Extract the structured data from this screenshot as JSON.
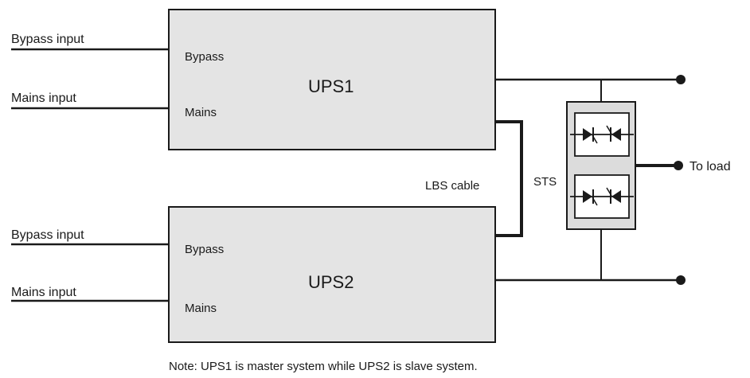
{
  "ups1": {
    "title": "UPS1",
    "bypass_port": "Bypass",
    "mains_port": "Mains",
    "bypass_input": "Bypass input",
    "mains_input": "Mains input"
  },
  "ups2": {
    "title": "UPS2",
    "bypass_port": "Bypass",
    "mains_port": "Mains",
    "bypass_input": "Bypass input",
    "mains_input": "Mains input"
  },
  "lbs_cable": "LBS cable",
  "sts": "STS",
  "to_load": "To load",
  "note": "Note: UPS1 is master system while UPS2 is slave system.",
  "colors": {
    "box_fill": "#e4e4e4",
    "line": "#1a1a1a"
  }
}
